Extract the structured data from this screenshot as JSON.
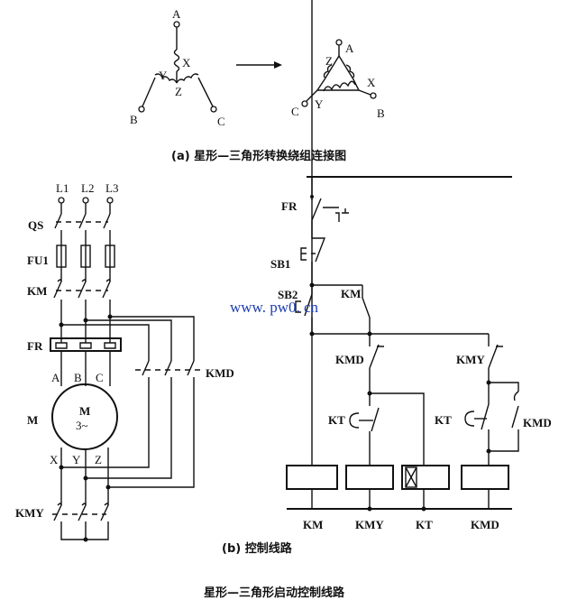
{
  "wye_delta": {
    "wye_labels": {
      "a": "A",
      "b": "B",
      "c": "C",
      "x": "X",
      "y": "Y",
      "z": "Z"
    },
    "delta_labels": {
      "a": "A",
      "b": "B",
      "c": "C",
      "x": "X",
      "y": "Y",
      "z": "Z"
    },
    "caption": "(a) 星形—三角形转换绕组连接图"
  },
  "main_circuit": {
    "lines": [
      "L1",
      "L2",
      "L3"
    ],
    "qs": "QS",
    "fu1": "FU1",
    "km": "KM",
    "fr": "FR",
    "terminals_top": [
      "A",
      "B",
      "C"
    ],
    "motor_label": "M",
    "motor_m": "M",
    "motor_phase": "3~",
    "terminals_bottom": [
      "X",
      "Y",
      "Z"
    ],
    "kmd": "KMD",
    "kmy": "KMY"
  },
  "control_circuit": {
    "fr": "FR",
    "sb1": "SB1",
    "sb2": "SB2",
    "km_aux": "KM",
    "kmd_nc": "KMD",
    "kmy_nc": "KMY",
    "kt_left": "KT",
    "kt_right": "KT",
    "kmd_aux": "KMD",
    "coils": [
      "KM",
      "KMY",
      "KT",
      "KMD"
    ]
  },
  "watermark": "www. pw0. cn",
  "caption_b": "(b) 控制线路",
  "title": "星形—三角形启动控制线路"
}
